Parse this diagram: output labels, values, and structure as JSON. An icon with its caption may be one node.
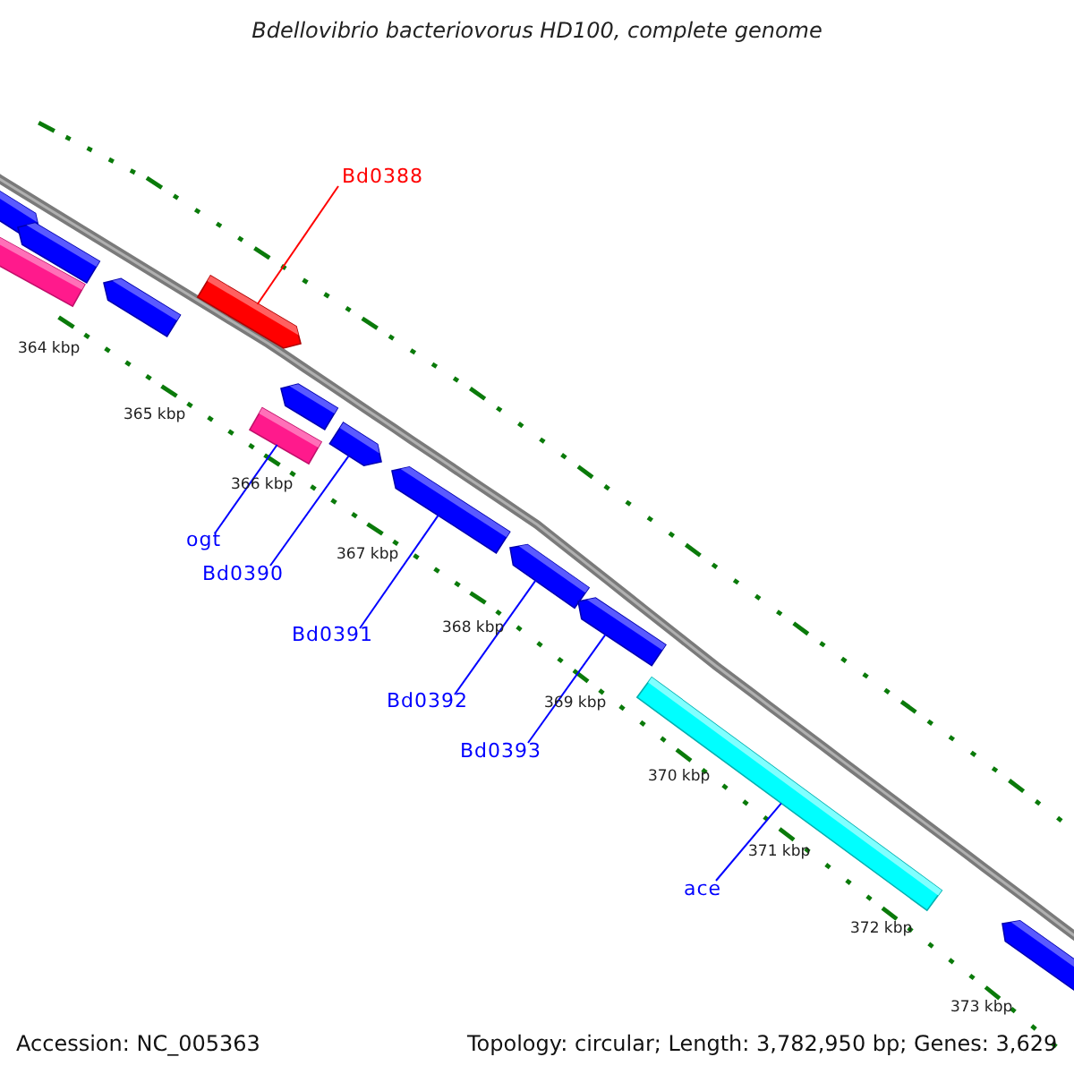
{
  "diagram": {
    "title": "Bdellovibrio bacteriovorus HD100, complete genome",
    "nodes": [
      {
        "text": [
          "Bd0388"
        ]
      },
      {
        "text": [],
        "shape": "bar"
      },
      {
        "text": [
          "ogt"
        ]
      },
      {
        "text": [],
        "shape": "bar"
      },
      {
        "text": [
          "Bd0390"
        ]
      },
      {
        "text": [],
        "shape": "bar"
      },
      {
        "text": [
          "Bd0391"
        ]
      },
      {
        "text": [],
        "shape": "bar"
      },
      {
        "text": [
          "Bd0392"
        ]
      },
      {
        "text": [],
        "shape": "bar"
      },
      {
        "text": [
          "Bd0393"
        ]
      },
      {
        "text": [],
        "shape": "bar"
      },
      {
        "text": [
          "ace"
        ]
      },
      {
        "text": [],
        "shape": "bar"
      },
      {
        "text": [],
        "shape": "bar"
      },
      {
        "text": [],
        "shape": "bar"
      },
      {
        "text": [],
        "shape": "bar"
      },
      {
        "text": [],
        "shape": "bar"
      },
      {
        "text": [],
        "shape": "bar"
      },
      {
        "text": [],
        "shape": "bar"
      }
    ],
    "edges": [
      {
        "from": 0,
        "to": 1,
        "arrow": "none",
        "color": "#ff0000"
      },
      {
        "from": 2,
        "to": 3,
        "arrow": "none"
      },
      {
        "from": 4,
        "to": 5,
        "arrow": "none"
      },
      {
        "from": 6,
        "to": 7,
        "arrow": "none"
      },
      {
        "from": 8,
        "to": 9,
        "arrow": "none"
      },
      {
        "from": 10,
        "to": 11,
        "arrow": "none"
      },
      {
        "from": 12,
        "to": 13,
        "arrow": "none"
      }
    ],
    "labels": [
      "364 kbp",
      "365 kbp",
      "366 kbp",
      "367 kbp",
      "368 kbp",
      "369 kbp",
      "370 kbp",
      "371 kbp",
      "372 kbp",
      "373 kbp",
      "Accession: NC_005363",
      "Topology: circular; Length: 3,782,950 bp; Genes: 3,629"
    ]
  }
}
